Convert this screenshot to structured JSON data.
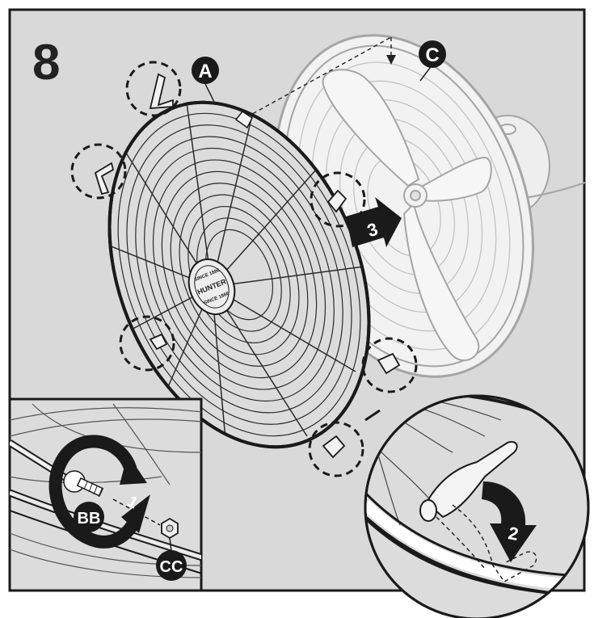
{
  "step": {
    "number": "8"
  },
  "callouts": {
    "grill_front": "A",
    "grill_rear": "C",
    "screw": "BB",
    "nut": "CC"
  },
  "arrows": {
    "tighten": "1",
    "clip_down": "2",
    "attach": "3"
  },
  "badge": {
    "brand": "HUNTER",
    "top_text": "SINCE 1886",
    "bottom_text": "SINCE 1886"
  },
  "colors": {
    "panel_background": "#d9d9d9",
    "ink": "#1a1a1a",
    "ghost_ink": "#9a9a9a",
    "white": "#ffffff"
  }
}
